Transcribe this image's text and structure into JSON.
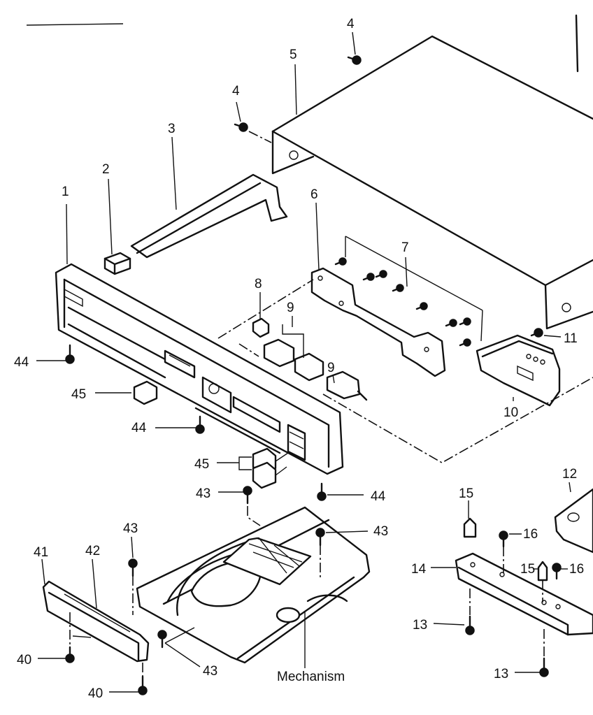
{
  "labels": {
    "p1": "1",
    "p2": "2",
    "p3": "3",
    "p4a": "4",
    "p4b": "4",
    "p5": "5",
    "p6": "6",
    "p7": "7",
    "p8": "8",
    "p9a": "9",
    "p9b": "9",
    "p10": "10",
    "p11": "11",
    "p12": "12",
    "p13a": "13",
    "p13b": "13",
    "p14": "14",
    "p15a": "15",
    "p15b": "15",
    "p16a": "16",
    "p16b": "16",
    "p40a": "40",
    "p40b": "40",
    "p41": "41",
    "p42": "42",
    "p43a": "43",
    "p43b": "43",
    "p43c": "43",
    "p43d": "43",
    "p44a": "44",
    "p44b": "44",
    "p44c": "44",
    "p45a": "45",
    "p45b": "45",
    "mechanism": "Mechanism"
  }
}
